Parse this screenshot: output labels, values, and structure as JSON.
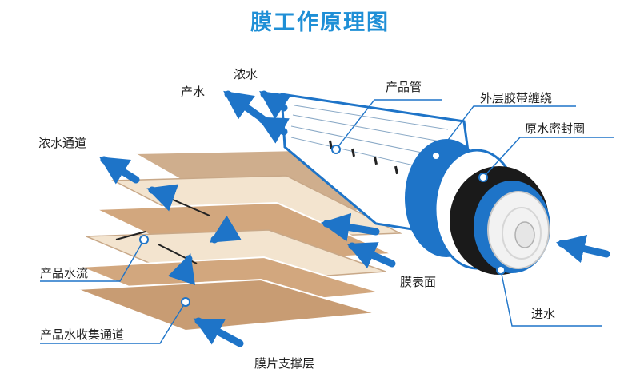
{
  "title": "膜工作原理图",
  "labels": {
    "concentrate": "浓水",
    "product_water": "产水",
    "product_tube": "产品管",
    "outer_tape": "外层胶带缠绕",
    "brine_seal": "原水密封圈",
    "concentrate_channel": "浓水通道",
    "product_flow": "产品水流",
    "membrane_surface": "膜表面",
    "collection_channel": "产品水收集通道",
    "feed_water": "进水",
    "support_layer": "膜片支撑层"
  },
  "colors": {
    "arrow_blue": "#1e74c8",
    "title_blue": "#1f8fd6",
    "sheet_tan": "#d2a77e",
    "sheet_light": "#f3e4cf",
    "sheet_grey": "#b39a82"
  }
}
